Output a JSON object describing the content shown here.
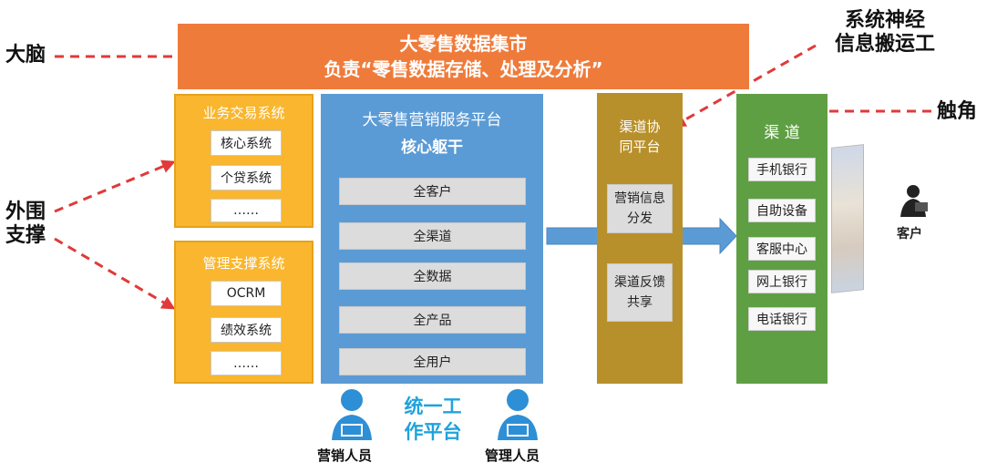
{
  "labels": {
    "brain": "大脑",
    "periphery_line1": "外围",
    "periphery_line2": "支撑",
    "nerve_line1": "系统神经",
    "nerve_line2": "信息搬运工",
    "tentacle": "触角"
  },
  "banner": {
    "title": "大零售数据集市",
    "subtitle": "负责“零售数据存储、处理及分析”"
  },
  "business_system": {
    "title": "业务交易系统",
    "items": [
      "核心系统",
      "个贷系统",
      "……"
    ]
  },
  "management_system": {
    "title": "管理支撑系统",
    "items": [
      "OCRM",
      "绩效系统",
      "……"
    ]
  },
  "platform": {
    "title": "大零售营销服务平台",
    "subtitle": "核心躯干",
    "items": [
      "全客户",
      "全渠道",
      "全数据",
      "全产品",
      "全用户"
    ]
  },
  "collab": {
    "title_line1": "渠道协",
    "title_line2": "同平台",
    "item1_line1": "营销信息",
    "item1_line2": "分发",
    "item2_line1": "渠道反馈",
    "item2_line2": "共享"
  },
  "channel": {
    "title": "渠 道",
    "items": [
      "手机银行",
      "自助设备",
      "客服中心",
      "网上银行",
      "电话银行"
    ]
  },
  "customer": {
    "label": "客户"
  },
  "workbench": {
    "line1": "统一工",
    "line2": "作平台",
    "marketing_staff": "营销人员",
    "management_staff": "管理人员"
  },
  "colors": {
    "banner": "#ef7b3a",
    "yellow": "#f9b62e",
    "blue": "#5b9bd5",
    "olive": "#b8902b",
    "green": "#5f9f44",
    "dashed_arrow": "#e03a3a",
    "person": "#2d8fd6"
  }
}
